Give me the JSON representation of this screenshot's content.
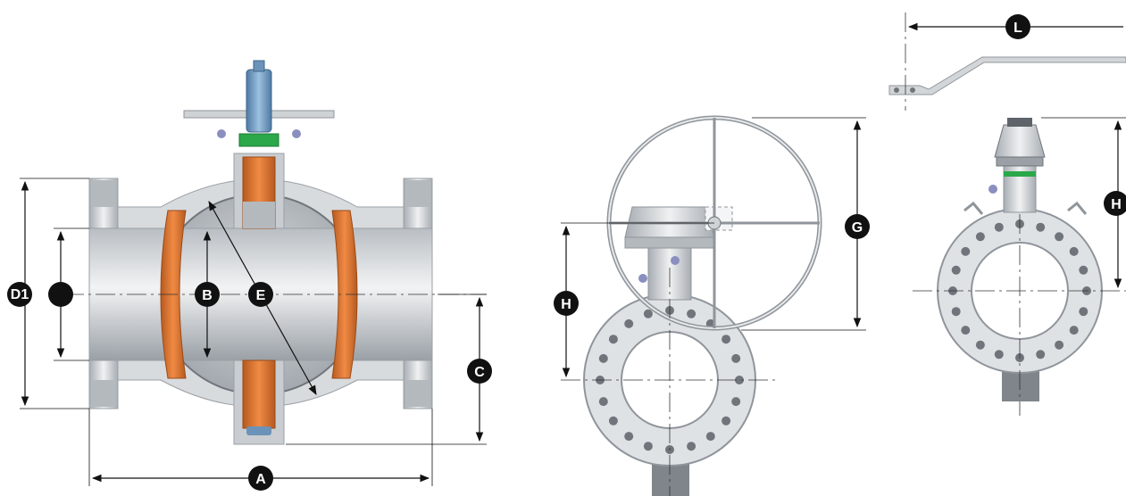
{
  "labels": {
    "a": "A",
    "b": "B",
    "c": "C",
    "d1": "D1",
    "e": "E",
    "g": "G",
    "h_gear": "H",
    "h_lever": "H",
    "l": "L"
  },
  "colors": {
    "body_light": "#e6e8ea",
    "body_mid": "#c4c8cc",
    "body_dark": "#8f959b",
    "seal_orange": "#e07a34",
    "seal_orange_dark": "#a9511c",
    "stem_blue": "#7fa6c9",
    "stem_blue_dark": "#4f7aa3",
    "ring_green": "#2aa84a",
    "bolt_purple": "#8a8fc0",
    "dimension_line": "#111111"
  }
}
